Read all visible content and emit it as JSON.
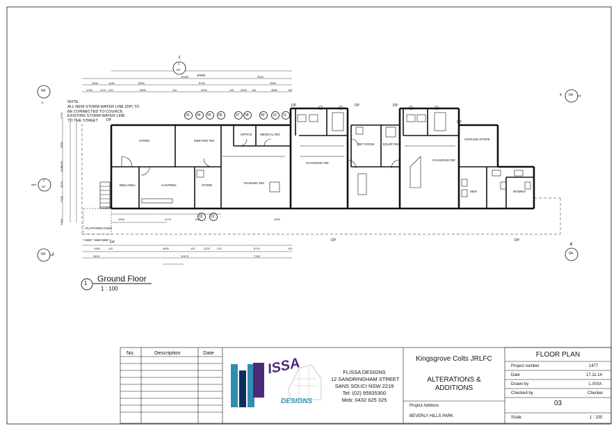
{
  "note": {
    "line1": "NOTE",
    "line2": "ALL NEW STORM WATER LINE (DP) TO",
    "line3": "BE CONNECTED TO COUNCIL",
    "line4": "EXISTING STORM WATER LINE",
    "line5": "TO THE STREET"
  },
  "rooms": {
    "store_1": "STORE",
    "meeting": "MEETING RM",
    "office": "OFFICE",
    "medical": "MEDICAL RM",
    "changing_1": "CHANGING RM",
    "ref_room": "REF ROOM",
    "equip": "EQUIP RM",
    "changing_2": "CHANGING RM",
    "ground_store": "GROUND STORE",
    "bbq": "BBQ AREA",
    "canteen": "CANTEEN",
    "store_2": "STORE",
    "training": "TRAINING RM",
    "store_3": "STORE",
    "platform": "PLATFORM OVER",
    "men": "MEN",
    "women": "WOMEN"
  },
  "markers": {
    "section_04": "04",
    "elev_top_num": "1",
    "elev_top_ref": "04",
    "elev_left_num": "2",
    "elev_left_ref": "04",
    "elev_right_num": "4",
    "elev_right_ref": "04",
    "elev_bottom_num": "3",
    "elev_bottom_ref": "04",
    "section_left_ref": "04",
    "section_bottom_ref": "04",
    "dp": "DP",
    "doors_top": [
      "03",
      "04",
      "05",
      "06",
      "07",
      "08",
      "09",
      "10",
      "11"
    ],
    "doors_bottom": [
      "02",
      "01"
    ]
  },
  "dimensions": {
    "top_overall": "30980",
    "top_row2": [
      "15480",
      "9500"
    ],
    "top_row3": [
      "2400",
      "1130",
      "5590",
      "5700",
      "3500"
    ],
    "top_row4": [
      "1230",
      "1170",
      "210",
      "5590",
      "110",
      "5100",
      "110",
      "2000",
      "110",
      "3590",
      "110"
    ],
    "bottom_row1": [
      "1200",
      "1100",
      "1000"
    ],
    "bottom_row2": [
      "2450",
      "110",
      "5000",
      "110",
      "2220",
      "210",
      "6710",
      "110"
    ],
    "bottom_row3": [
      "2400",
      "10170",
      "7100"
    ],
    "left_side": [
      "1700",
      "3990",
      "8190",
      "1110",
      "3520",
      "2145",
      "2400"
    ],
    "inner": [
      "2400",
      "4170",
      "1110",
      "3900"
    ]
  },
  "title_view": {
    "number": "1",
    "name": "Ground Floor",
    "scale": "1 : 100"
  },
  "revisions": {
    "col_no": "No.",
    "col_description": "Description",
    "col_date": "Date"
  },
  "company": {
    "logo_text": "ISSA",
    "logo_sub": "DESIGNS",
    "name": "FLISSA DESIGNS",
    "street": "12 SANDRINGHAM STREET",
    "suburb": "SANS SOUCI NSW 2219",
    "tel": "Tel: (02) 95935300",
    "mob": "Mob: 0432 625 325"
  },
  "project": {
    "client": "Kingsgrove Colts JRLFC",
    "title_line1": "ALTERATIONS &",
    "title_line2": "ADDITIONS",
    "address_label": "Project Address",
    "address": "BEVERLY HILLS PARK"
  },
  "sheet": {
    "title": "FLOOR PLAN",
    "project_number_label": "Project number",
    "project_number": "1477",
    "date_label": "Date",
    "date": "17.11.14",
    "drawn_by_label": "Drawn by",
    "drawn_by": "L.ISSA",
    "checked_by_label": "Checked by",
    "checked_by": "Checker",
    "sheet_number": "03",
    "scale_label": "Scale",
    "scale": "1 : 100"
  },
  "colors": {
    "line": "#111111",
    "wall_fill": "#2b2b2b",
    "logo_blue": "#2f8fb0",
    "logo_purple": "#4b2a7a",
    "logo_dark": "#0d2f5c"
  }
}
